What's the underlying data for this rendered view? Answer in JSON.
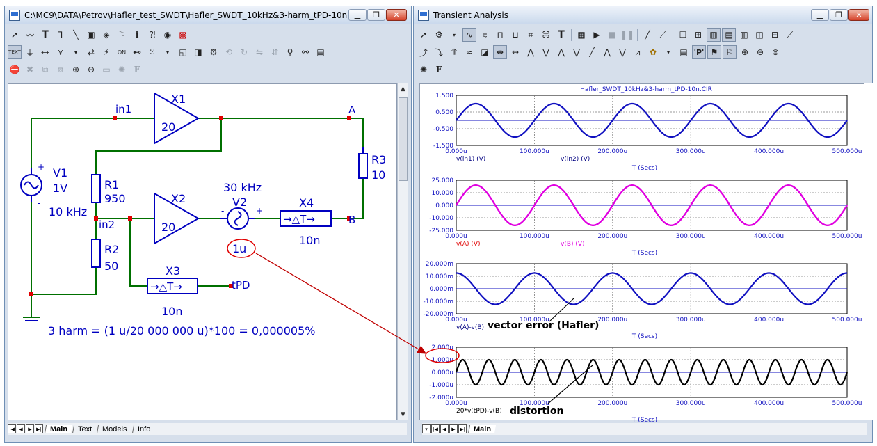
{
  "schematic_window": {
    "title": "C:\\MC9\\DATA\\Petrov\\Hafler_test_SWDT\\Hafler_SWDT_10kHz&3-harm_tPD-10n.CIR",
    "tabs": [
      {
        "label": "Main",
        "active": true
      },
      {
        "label": "Text",
        "active": false
      },
      {
        "label": "Models",
        "active": false
      },
      {
        "label": "Info",
        "active": false
      }
    ],
    "text_icon_label": "TEXT"
  },
  "schematic": {
    "components": {
      "x1": {
        "name": "X1",
        "value": "20"
      },
      "x2": {
        "name": "X2",
        "value": "20"
      },
      "x3": {
        "name": "X3",
        "value": "10n",
        "symbol": "→△T→"
      },
      "x4": {
        "name": "X4",
        "value": "10n",
        "symbol": "→△T→"
      },
      "r1": {
        "name": "R1",
        "value": "950"
      },
      "r2": {
        "name": "R2",
        "value": "50"
      },
      "r3": {
        "name": "R3",
        "value": "10"
      },
      "v1": {
        "name": "V1",
        "value": "1V",
        "freq": "10 kHz",
        "plus": "+",
        "minus": "-"
      },
      "v2": {
        "name": "V2",
        "value": "1u",
        "freq": "30 kHz",
        "plus": "+",
        "minus": "-"
      }
    },
    "nodes": {
      "in1": "in1",
      "in2": "in2",
      "a": "A",
      "b": "B",
      "tpd": "tPD"
    },
    "formula": "3 harm = (1 u/20 000 000 u)*100 = 0,000005%"
  },
  "analysis_window": {
    "title": "Transient Analysis",
    "tabs": [
      {
        "label": "Main",
        "active": true
      }
    ],
    "toolbar_icon_labels": [
      "T",
      "F",
      "'P'"
    ],
    "plot_title": "Hafler_SWDT_10kHz&3-harm_tPD-10n.CIR",
    "x_axis_label": "T (Secs)",
    "x_ticks": [
      "0.000u",
      "100.000u",
      "200.000u",
      "300.000u",
      "400.000u",
      "500.000u"
    ],
    "panels": [
      {
        "y_ticks": [
          "1.500",
          "0.500",
          "-0.500",
          "-1.500"
        ],
        "legend": [
          {
            "text": "v(in1) (V)",
            "color": "#000080"
          },
          {
            "text": "v(in2) (V)",
            "color": "#000080"
          }
        ]
      },
      {
        "y_ticks": [
          "25.000",
          "10.000",
          "0.000",
          "-10.000",
          "-25.000"
        ],
        "legend": [
          {
            "text": "v(A) (V)",
            "color": "#e00000"
          },
          {
            "text": "v(B) (V)",
            "color": "#e000e0"
          }
        ]
      },
      {
        "y_ticks": [
          "20.000m",
          "10.000m",
          "0.000m",
          "-10.000m",
          "-20.000m"
        ],
        "legend": [
          {
            "text": "v(A)-v(B)",
            "color": "#000080"
          }
        ]
      },
      {
        "y_ticks": [
          "2.000u",
          "1.000u",
          "0.000u",
          "-1.000u",
          "-2.000u"
        ],
        "legend": [
          {
            "text": "20*v(tPD)-v(B)",
            "color": "#000000"
          }
        ]
      }
    ]
  },
  "annotations": {
    "vector_error": "vector error (Hafler)",
    "distortion": "distortion"
  },
  "chart_data": [
    {
      "type": "line",
      "title": "Hafler_SWDT_10kHz&3-harm_tPD-10n.CIR",
      "xlabel": "T (Secs)",
      "xlim": [
        0,
        500
      ],
      "ylim": [
        -1.5,
        1.5
      ],
      "series": [
        {
          "name": "v(in1) (V)",
          "frequency_khz": 10,
          "amplitude": 1.0,
          "color": "#1010c0"
        },
        {
          "name": "v(in2) (V)",
          "frequency_khz": 0,
          "amplitude": 0.0,
          "color": "#1010c0"
        }
      ]
    },
    {
      "type": "line",
      "xlabel": "T (Secs)",
      "xlim": [
        0,
        500
      ],
      "ylim": [
        -25,
        25
      ],
      "series": [
        {
          "name": "v(A) (V)",
          "frequency_khz": 10,
          "amplitude": 20.0,
          "color": "#e000e0"
        },
        {
          "name": "v(B) (V)",
          "frequency_khz": 10,
          "amplitude": 20.0,
          "color": "#e000e0"
        }
      ]
    },
    {
      "type": "line",
      "xlabel": "T (Secs)",
      "xlim": [
        0,
        500
      ],
      "ylim": [
        -0.02,
        0.02
      ],
      "series": [
        {
          "name": "v(A)-v(B)",
          "frequency_khz": 10,
          "amplitude": 0.0125,
          "phase": 1.5708,
          "color": "#1010c0"
        }
      ]
    },
    {
      "type": "line",
      "xlabel": "T (Secs)",
      "xlim": [
        0,
        500
      ],
      "ylim": [
        -2e-06,
        2e-06
      ],
      "series": [
        {
          "name": "20*v(tPD)-v(B)",
          "frequency_khz": 30,
          "amplitude": 1e-06,
          "color": "#000000"
        }
      ]
    }
  ]
}
